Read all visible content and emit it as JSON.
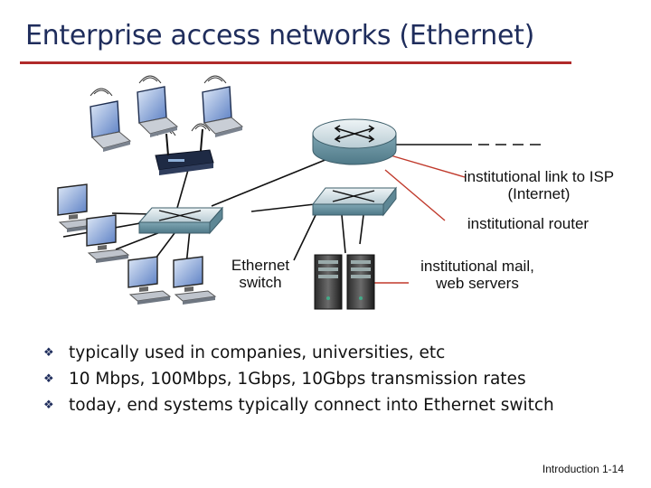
{
  "title": "Enterprise access networks (Ethernet)",
  "labels": {
    "isp_link": "institutional link to ISP (Internet)",
    "router": "institutional router",
    "switch": "Ethernet switch",
    "servers": "institutional mail, web servers"
  },
  "bullets": [
    "typically used in companies, universities, etc",
    "10 Mbps, 100Mbps, 1Gbps, 10Gbps transmission rates",
    "today, end systems typically connect into Ethernet switch"
  ],
  "footer": {
    "section": "Introduction",
    "page": "1-14"
  }
}
